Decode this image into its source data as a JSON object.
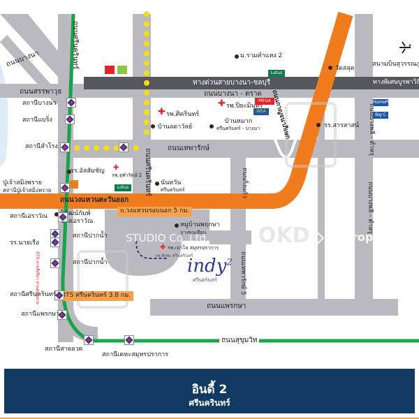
{
  "roads": {
    "srinakarin_top": "ถนนศรีนครินทร์",
    "sanphawut": "ถนนสรรพาวุธ",
    "bangna_chonburi": "ทางด่วนสายบางนา-ชลบุรี",
    "bangna_trat": "ถนนบางนา - ตราด",
    "thepharak": "ถนนเทพารักษ์",
    "outer_ring": "ถนนวงแหวนตะวันออก",
    "ring_south": "ถนนวงแหวนรอบนอก",
    "srinakarin": "ถนนศรีนครินทร์",
    "phraeksa": "ถนนแพรกษา",
    "sukhumvit": "ถนนสุขุมวิท",
    "king_kaew": "ถนนกิ่งแก้ว",
    "bangphli": "ถนนบางพลี - ตำหรุ",
    "kanchana": "ถนนกาญจนาภิเษก",
    "thepharak_5": "ถนนเทพารักษ์ 5",
    "bangna_left": "ถนนบางนา",
    "airport_rd": "ทางพิเศษบูรพาวิถี"
  },
  "places": {
    "ramkhamhaeng2": "ม.รามคำแหง 2",
    "airport": "สนามบินสุวรรณภูมิ",
    "wat": "วัดสลุด",
    "hosp_sikarin": "รพ.ศิครินทร์",
    "ban_ladawan": "บ้านลดาวัลย์",
    "hosp_piyamin": "รพ.ปิยะมินทร์",
    "mega": "MEGA",
    "ikea": "IKEA",
    "ban_mai": "บ้านหมาก",
    "srinakarin_nanao": "ศรีนครินทร์ - บางนา",
    "rr_sarasas": "รร.สารสาสน์",
    "rr_assumption": "รร.อัสสัมชัญ",
    "hosp_jullajaksi": "รพ.จุฬารัตน์ 2",
    "nantawan": "นันทวัน",
    "nantawan_sub": "ศรีนครินทร์",
    "phiphat": "พิพัฒน์กัมพ์",
    "chang_erawan": "ช้างเอราวัณ",
    "mukban": "หมู่บ้านพฤกษา",
    "bang_khun": "บางขุนเทียน",
    "hosp_chularat": "รพ.เปาโล สมุทรปราการ",
    "hosp_chularat2": "รพ.พิเศษ ศรีนครินทร์",
    "ring_5km": "ถ.วงแหวนรอบนอก 5 กม.",
    "bts_srinakarin": "BTS ศรีนครินทร์ 3.8 กม.",
    "lotus": "Lotus",
    "big_c": "Big C",
    "home_pro": "HomePro"
  },
  "stations": [
    "สถานีบางนา",
    "สถานีแบริ่ง",
    "สถานีสำโรง",
    "สถานีปู่เจ้าสมิงพราย",
    "สถานีเอราวัณ",
    "สถานีปากน้ำ",
    "รร.นายเรือ",
    "สถานีศรีนครินทร์",
    "สถานีแพรกษา",
    "สถานีสายลวด",
    "สถานีเคหะสมุทรปราการ"
  ],
  "station_extra": {
    "pu_chao": "สถานีปู่เจ้าสมิงพราย",
    "pu_chao_top": "ปู่เจ้าสมิงพราย",
    "srinakarin_bts": "สถานีศรีนครินทร์",
    "green_line_note": "BTS สายสีเขียว ส่วนต่อขยาย"
  },
  "project": {
    "logo": "indy",
    "logo_num": "2",
    "logo_sub": "ศรีนครินทร์"
  },
  "watermarks": {
    "studio": "STUDIO Co.,Ltd.",
    "dd": "DDproperty",
    "okd": "OKD"
  },
  "footer": {
    "title": "อินดี้ 2",
    "subtitle": "ศรีนครินทร์"
  },
  "colors": {
    "road": "#b9b9bf",
    "expressway": "#55575d",
    "ring_road": "#f07c1e",
    "bts_green": "#19a34a",
    "bts_yellow": "#f4dc1d",
    "footer_bg": "#113a63"
  }
}
